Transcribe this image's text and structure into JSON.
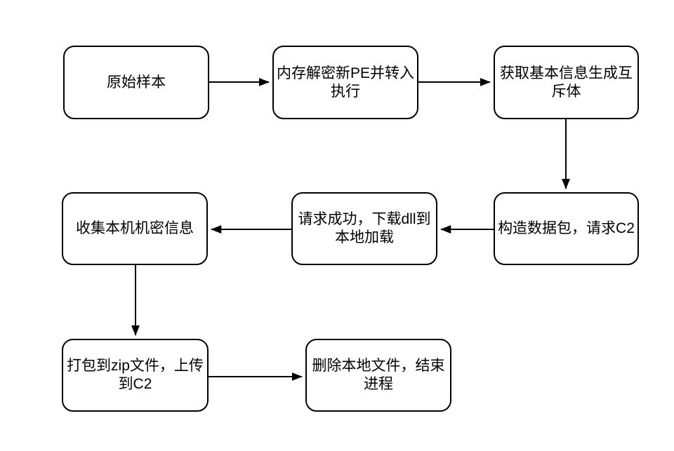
{
  "diagram": {
    "type": "flowchart",
    "background_color": "#ffffff",
    "node_fill_color": "#ffffff",
    "node_border_color": "#000000",
    "arrow_color": "#000000",
    "text_color": "#000000",
    "nodes": [
      {
        "id": "original-sample",
        "label": "原始样本"
      },
      {
        "id": "memory-decrypt-pe",
        "label": "内存解密新PE并转入\n执行"
      },
      {
        "id": "get-basic-info-mutex",
        "label": "获取基本信息生成互\n斥体"
      },
      {
        "id": "build-packet-request-c2",
        "label": "构造数据包，请求C2"
      },
      {
        "id": "download-dll-load",
        "label": "请求成功，下载dll到\n本地加载"
      },
      {
        "id": "collect-secret-info",
        "label": "收集本机机密信息"
      },
      {
        "id": "pack-zip-upload-c2",
        "label": "打包到zip文件，上传\n到C2"
      },
      {
        "id": "delete-files-exit",
        "label": "删除本地文件，结束\n进程"
      }
    ],
    "edges": [
      {
        "from": "original-sample",
        "to": "memory-decrypt-pe"
      },
      {
        "from": "memory-decrypt-pe",
        "to": "get-basic-info-mutex"
      },
      {
        "from": "get-basic-info-mutex",
        "to": "build-packet-request-c2"
      },
      {
        "from": "build-packet-request-c2",
        "to": "download-dll-load"
      },
      {
        "from": "download-dll-load",
        "to": "collect-secret-info"
      },
      {
        "from": "collect-secret-info",
        "to": "pack-zip-upload-c2"
      },
      {
        "from": "pack-zip-upload-c2",
        "to": "delete-files-exit"
      }
    ]
  }
}
